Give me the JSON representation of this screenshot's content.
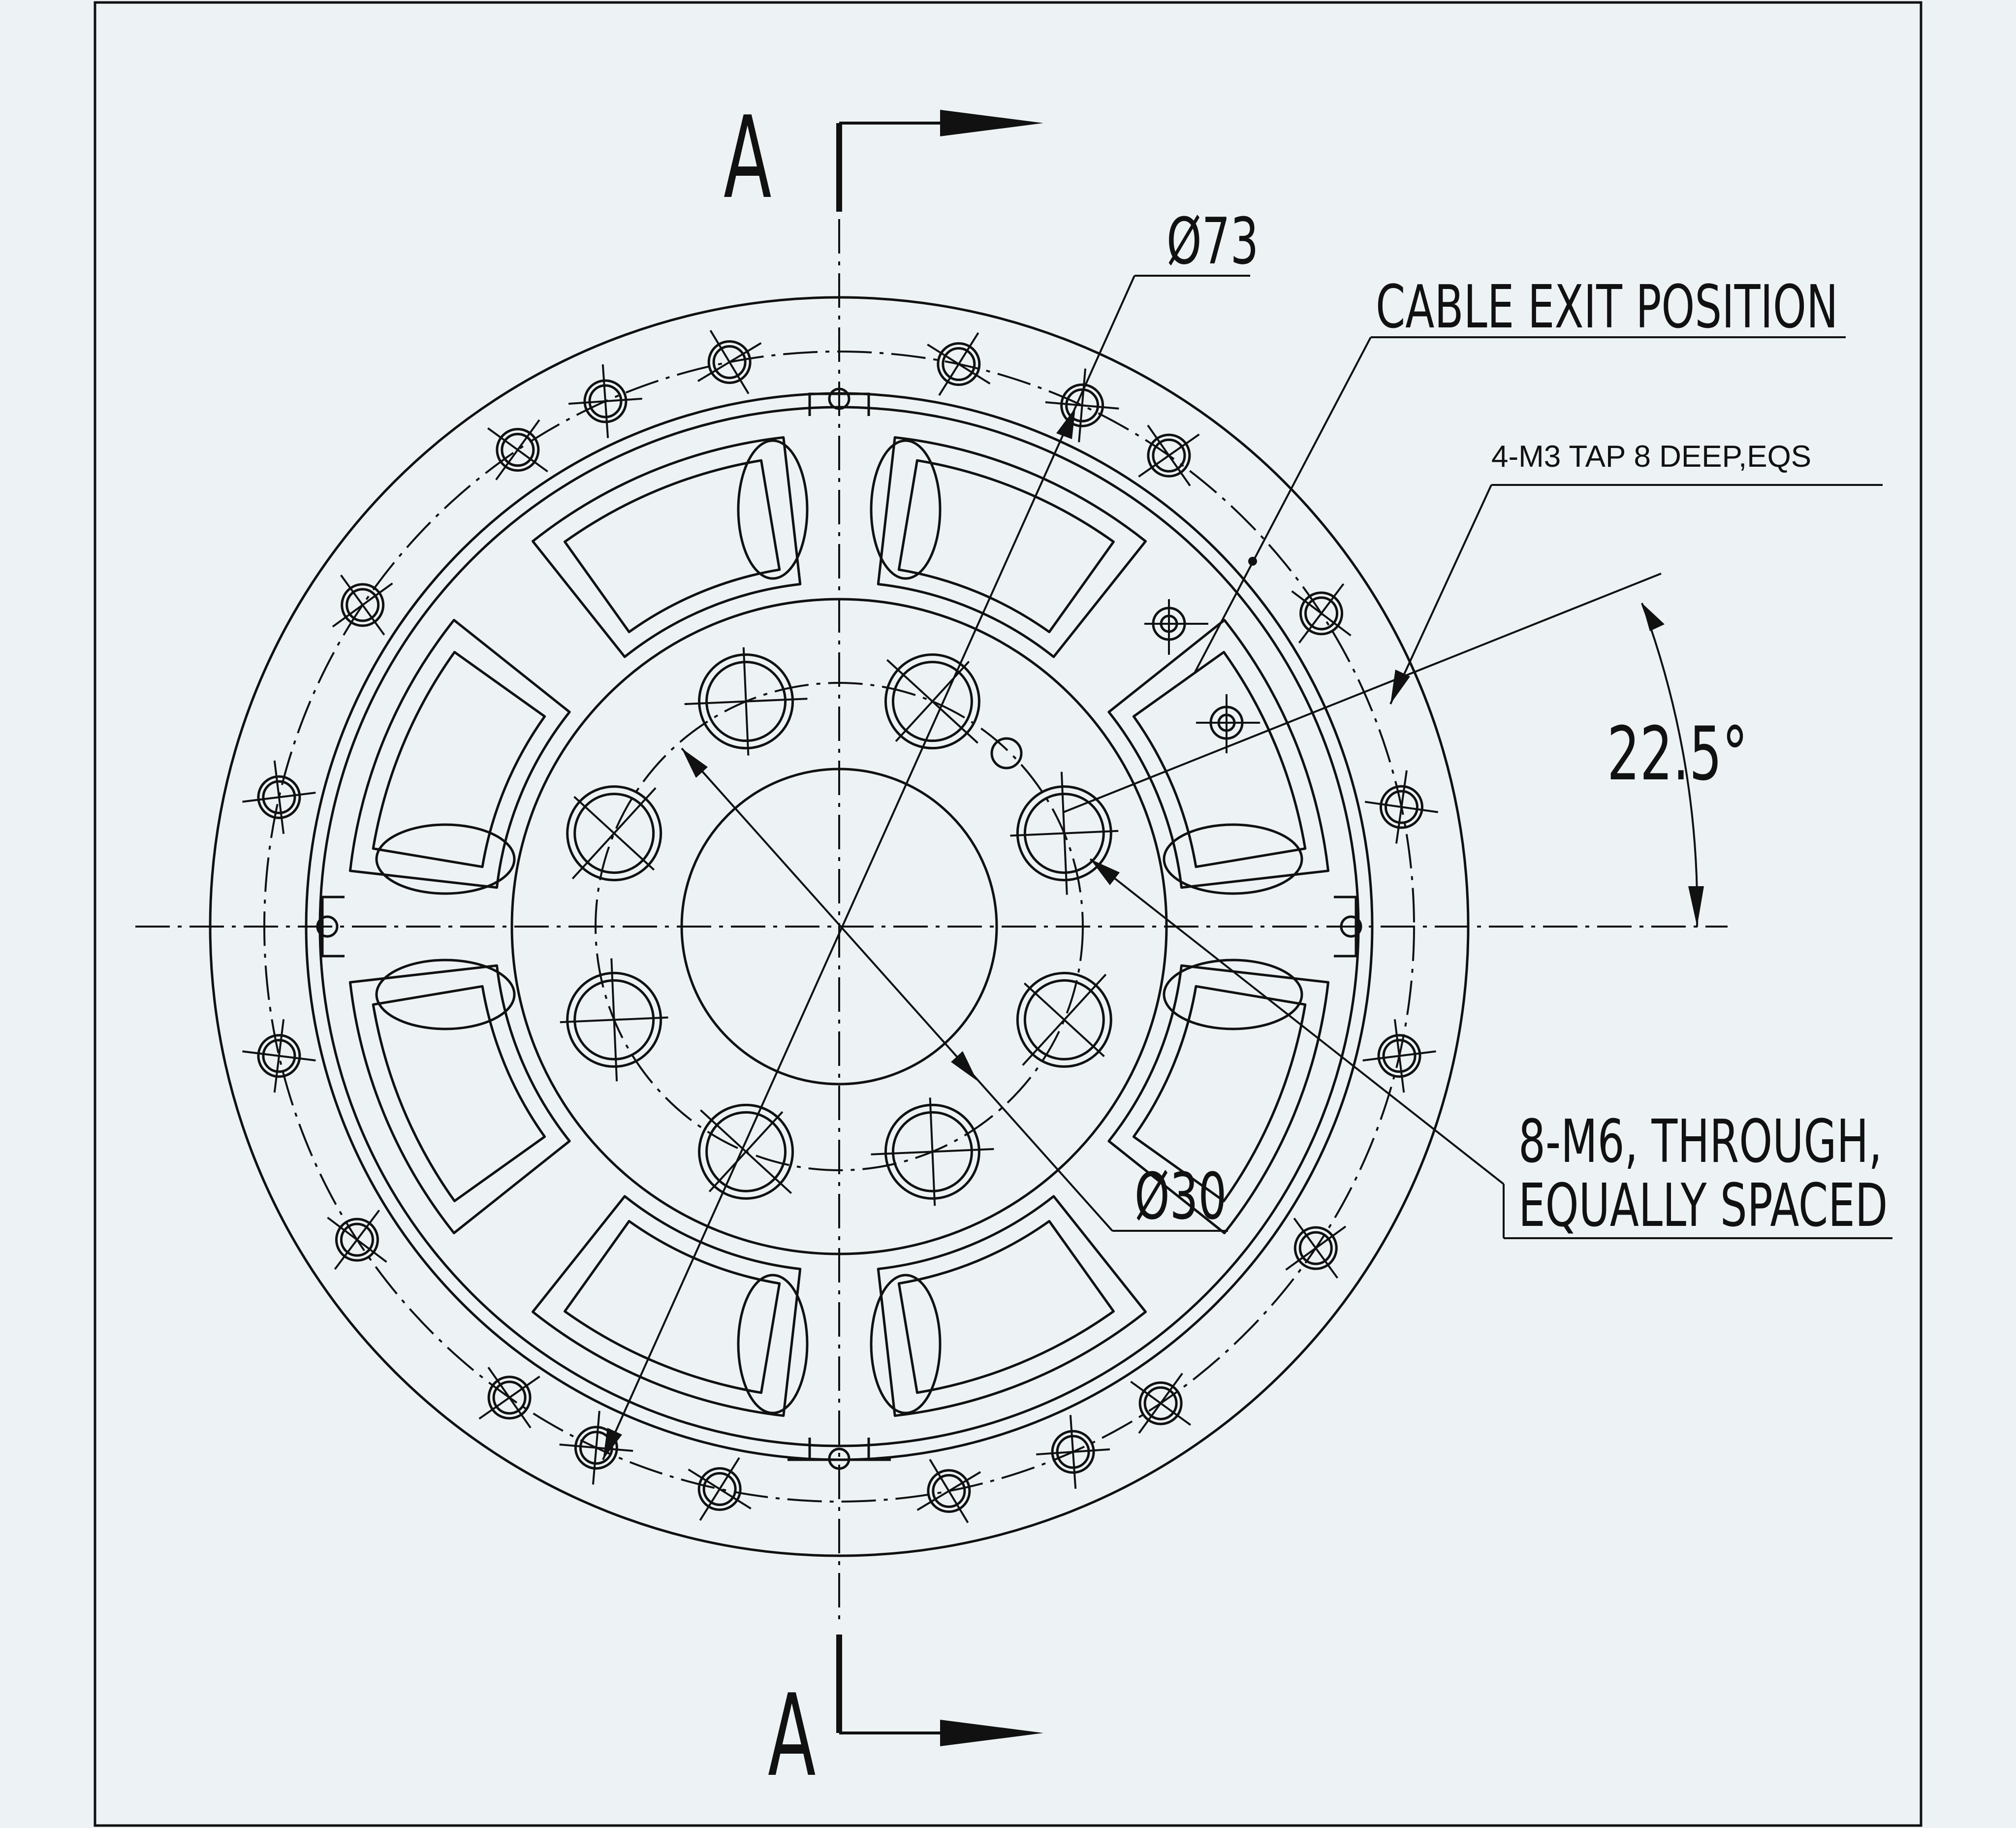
{
  "colors": {
    "background": "#edf3f5",
    "line": "#111111"
  },
  "section_marks": {
    "top_label": "A",
    "bottom_label": "A"
  },
  "dimensions": {
    "outer_diameter": "Ø73",
    "inner_diameter": "Ø30",
    "angle": "22.5°"
  },
  "callouts": {
    "cable_exit": "CABLE EXIT POSITION",
    "tap_holes": "4-M3 TAP 8 DEEP,EQS",
    "through_holes_line1": "8-M6, THROUGH,",
    "through_holes_line2": "EQUALLY SPACED"
  }
}
